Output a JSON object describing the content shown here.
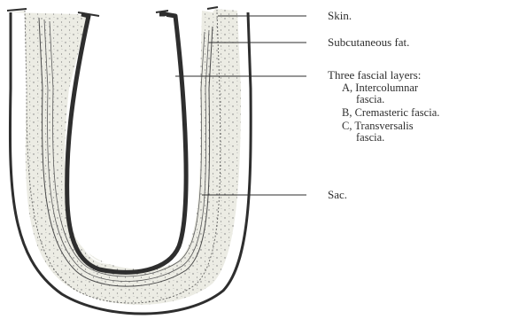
{
  "labels": {
    "skin": "Skin.",
    "subcutaneous": "Subcutaneous fat.",
    "fascial_header": "Three fascial layers:",
    "fascia_a_line1": "A, Intercolumnar",
    "fascia_a_line2": "fascia.",
    "fascia_b": "B, Cremasteric fascia.",
    "fascia_c_line1": "C, Transversalis",
    "fascia_c_line2": "fascia.",
    "sac": "Sac."
  },
  "colors": {
    "ink": "#2e2e2e",
    "fat_fill": "#ecece4",
    "dots": "#7a7a7a"
  }
}
